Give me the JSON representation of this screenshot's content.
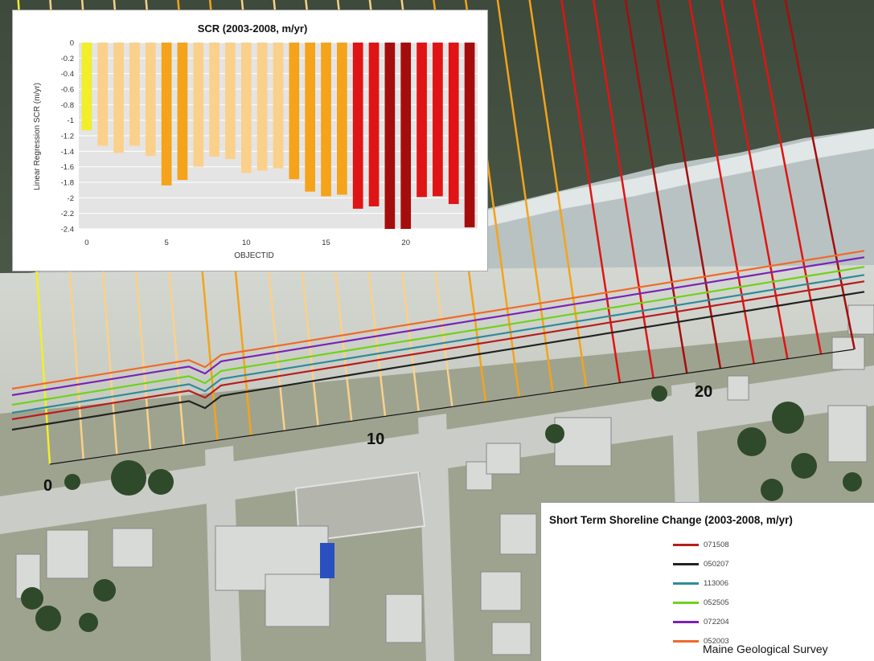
{
  "chart_data": {
    "type": "bar",
    "title": "SCR (2003-2008, m/yr)",
    "xlabel": "OBJECTID",
    "ylabel": "Linear Regression SCR (m/yr)",
    "ylim": [
      -2.4,
      0
    ],
    "yticks": [
      0,
      -0.2,
      -0.4,
      -0.6,
      -0.8,
      -1,
      -1.2,
      -1.4,
      -1.6,
      -1.8,
      -2,
      -2.2,
      -2.4
    ],
    "xticks": [
      0,
      5,
      10,
      15,
      20
    ],
    "grid": true,
    "categories": [
      0,
      1,
      2,
      3,
      4,
      5,
      6,
      7,
      8,
      9,
      10,
      11,
      12,
      13,
      14,
      15,
      16,
      17,
      18,
      19,
      20,
      21,
      22,
      23,
      24
    ],
    "values": [
      -1.13,
      -1.33,
      -1.42,
      -1.33,
      -1.46,
      -1.84,
      -1.77,
      -1.6,
      -1.47,
      -1.5,
      -1.68,
      -1.65,
      -1.62,
      -1.76,
      -1.92,
      -1.98,
      -1.96,
      -2.14,
      -2.11,
      -2.4,
      -2.4,
      -1.99,
      -1.98,
      -2.08,
      -2.38
    ],
    "colors": [
      "#f2ee2a",
      "#fbd08b",
      "#fbd08b",
      "#fbd08b",
      "#fbd08b",
      "#f4a31b",
      "#f4a31b",
      "#fbd08b",
      "#fbd08b",
      "#fbd08b",
      "#fbd08b",
      "#fbd08b",
      "#fbd08b",
      "#f4a31b",
      "#f4a31b",
      "#f4a31b",
      "#f4a31b",
      "#e01414",
      "#e01414",
      "#a50d0d",
      "#a50d0d",
      "#e01414",
      "#e01414",
      "#e01414",
      "#a50d0d"
    ]
  },
  "map": {
    "transect_labels": [
      "0",
      "10",
      "20"
    ],
    "legend": {
      "title": "Short Term Shoreline Change (2003-2008, m/yr)",
      "entries": [
        {
          "label": "071508",
          "color": "#b81c1c"
        },
        {
          "label": "050207",
          "color": "#222222"
        },
        {
          "label": "113006",
          "color": "#2e8b9a"
        },
        {
          "label": "052505",
          "color": "#6fd21a"
        },
        {
          "label": "072204",
          "color": "#7a22b8"
        },
        {
          "label": "052003",
          "color": "#f06a2a"
        }
      ]
    },
    "credit": "Maine Geological Survey"
  }
}
